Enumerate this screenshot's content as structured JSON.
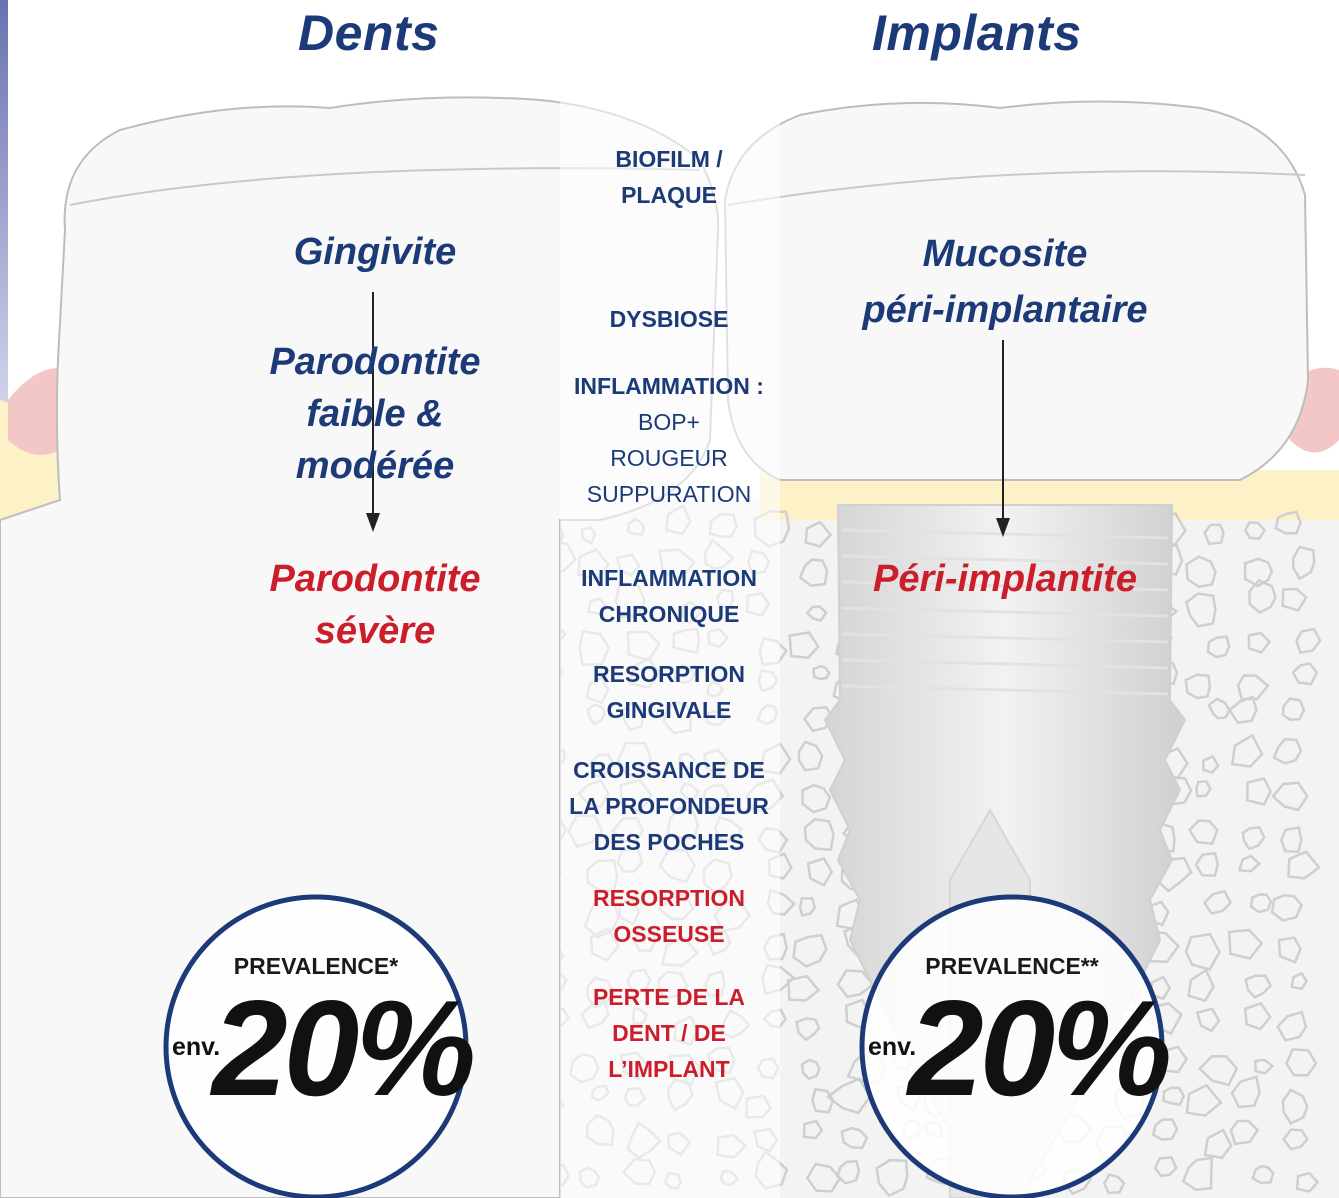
{
  "titles": {
    "left": "Dents",
    "right": "Implants"
  },
  "teeth": {
    "stage1": "Gingivite",
    "stage2": [
      "Parodontite",
      "faible &",
      "modérée"
    ],
    "stage3": [
      "Parodontite",
      "sévère"
    ]
  },
  "implants": {
    "stage1": [
      "Mucosite",
      "péri-implantaire"
    ],
    "stage3": "Péri-implantite"
  },
  "middle": {
    "biofilm": [
      "BIOFILM /",
      "PLAQUE"
    ],
    "dysbiose": "DYSBIOSE",
    "inflammation": {
      "title": "INFLAMMATION :",
      "items": [
        "BOP+",
        "ROUGEUR",
        "SUPPURATION"
      ]
    },
    "chronique": [
      "INFLAMMATION",
      "CHRONIQUE"
    ],
    "gingivale": [
      "RESORPTION",
      "GINGIVALE"
    ],
    "poches": [
      "CROISSANCE DE",
      "LA PROFONDEUR",
      "DES POCHES"
    ],
    "osseuse": [
      "RESORPTION",
      "OSSEUSE"
    ],
    "perte": [
      "PERTE DE LA",
      "DENT / DE",
      "L’IMPLANT"
    ]
  },
  "prevalence": {
    "left": {
      "label": "PREVALENCE*",
      "prefix": "env.",
      "value": "20%"
    },
    "right": {
      "label": "PREVALENCE**",
      "prefix": "env.",
      "value": "20%"
    }
  },
  "colors": {
    "navy": "#1c3a78",
    "red": "#cc1e2a",
    "gum": "#f4c7c7",
    "yellow": "#fdf1c8"
  }
}
